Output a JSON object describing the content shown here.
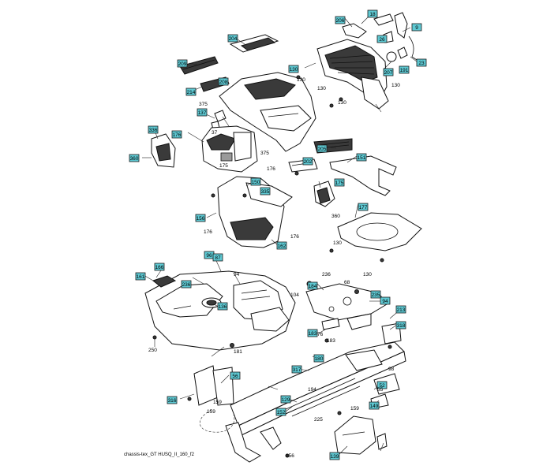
{
  "caption": "chassis-tex_GT HUSQ_II_160_f2",
  "callouts": [
    "18",
    "9",
    "206",
    "26",
    "207",
    "191",
    "23",
    "204",
    "209",
    "214",
    "130",
    "208",
    "205",
    "202",
    "137",
    "336",
    "176",
    "360",
    "151",
    "177",
    "175",
    "335",
    "150",
    "156",
    "162",
    "96",
    "166",
    "161",
    "87",
    "136",
    "184",
    "236",
    "94",
    "235",
    "183",
    "213",
    "318",
    "180",
    "56",
    "316",
    "317",
    "52",
    "149",
    "129",
    "152",
    "139"
  ],
  "plain_labels": [
    "130",
    "130",
    "130",
    "375",
    "37",
    "375",
    "176",
    "175",
    "176",
    "176",
    "360",
    "130",
    "130",
    "130",
    "94",
    "104",
    "250",
    "181",
    "236",
    "68",
    "76",
    "183",
    "98",
    "194",
    "159",
    "225",
    "159",
    "156",
    "159",
    "55"
  ]
}
